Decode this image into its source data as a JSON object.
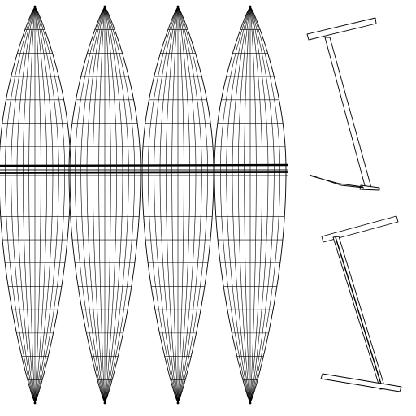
{
  "drawing": {
    "background": "#ffffff",
    "line_color": "#000000",
    "gores": {
      "count": 4,
      "meridian_lines_per_gore": 13,
      "parallel_lines_per_gore": 16,
      "has_center_seam_band": true
    },
    "side_parts": [
      {
        "name": "upper-i-profile",
        "pieces": [
          "top-flange",
          "web",
          "bottom-flange",
          "tail-strip"
        ]
      },
      {
        "name": "lower-i-profile",
        "pieces": [
          "top-flange",
          "web",
          "bottom-flange"
        ]
      }
    ]
  }
}
